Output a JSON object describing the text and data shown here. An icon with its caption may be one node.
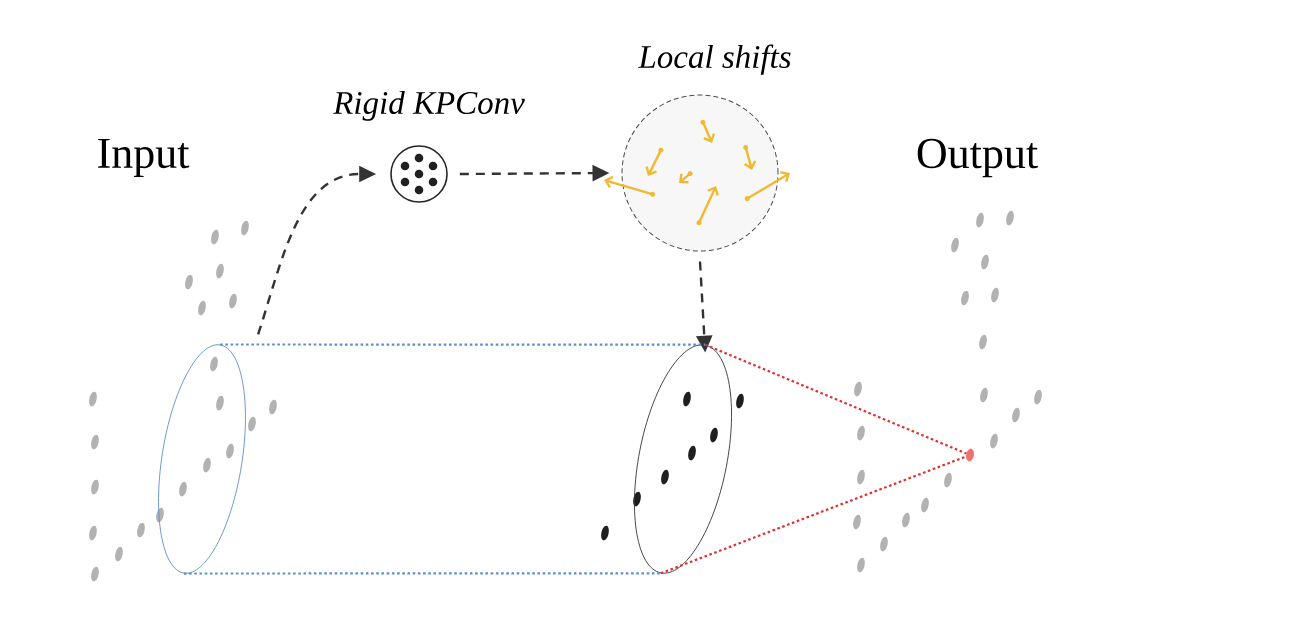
{
  "diagram": {
    "nodes": [
      {
        "text": [
          "Rigid KPConv"
        ]
      },
      {
        "text": [
          "Local shifts"
        ]
      },
      {
        "text": [],
        "shape": "circle"
      },
      {
        "text": [],
        "shape": "circle"
      },
      {
        "text": [],
        "shape": "circle"
      }
    ],
    "edges": [
      {
        "from": 2,
        "to": 0,
        "arrow": "to",
        "style": "dashed"
      },
      {
        "from": 0,
        "to": 1,
        "arrow": "to",
        "style": "dashed"
      },
      {
        "from": 1,
        "to": 3,
        "arrow": "to",
        "style": "dashed"
      },
      {
        "from": 2,
        "to": 3,
        "arrow": "none",
        "style": "dashed",
        "color": "#5b8fd0"
      },
      {
        "from": 2,
        "to": 3,
        "arrow": "none",
        "style": "dashed",
        "color": "#5b8fd0"
      },
      {
        "from": 3,
        "to": 4,
        "arrow": "none",
        "style": "dashed",
        "color": "#e03030"
      },
      {
        "from": 3,
        "to": 4,
        "arrow": "none",
        "style": "dashed",
        "color": "#e03030"
      }
    ],
    "labels": [
      "Input",
      "Output"
    ]
  }
}
